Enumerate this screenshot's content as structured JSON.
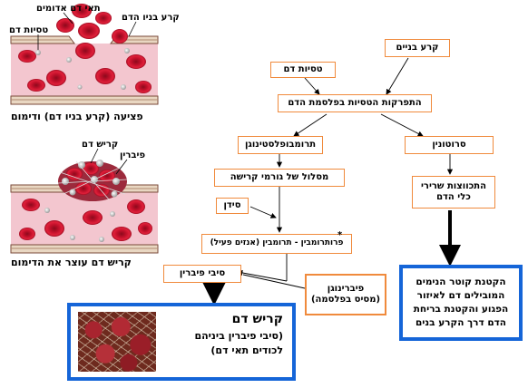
{
  "illustration_top": {
    "caption": "פציעה (קרע בניו דם) ודימום",
    "labels": {
      "red_cells": "תאי דם אדומים",
      "tear": "קרע בניו הדם",
      "platelets": "טסיות דם"
    }
  },
  "illustration_bottom": {
    "caption": "קריש דם עוצר את הדימום",
    "labels": {
      "clot": "קריש דם",
      "fibrin": "פיברין"
    }
  },
  "flow": {
    "tear": "קרע בניים",
    "platelets": "טסיות דם",
    "adhesion": "התפרקות הטסיות בפלסמת הדם",
    "thromboplastin": "תרומבופלסטינוגן",
    "serotonin": "סרוטונין",
    "chain": "מסלול של גורמי קרישה",
    "contraction_line1": "התכווצות שרירי",
    "contraction_line2": "כלי הדם",
    "calcium": "סידן",
    "prothrombin_star": "*",
    "prothrombin": "פרותרומבין - תרומבין (אנזים פעיל)",
    "fibrin_fibers": "סיבי פיברין",
    "fibrinogen_line1": "פיברינוגן",
    "fibrinogen_line2": "(מסיס בפלסמה)"
  },
  "result_left": {
    "title": "קריש דם",
    "line1": "(סיבי פיברין ביניהם",
    "line2": "לכודים תאי דם)"
  },
  "result_right": {
    "line1": "הקטנת קוטר הנימים",
    "line2": "המובילים דם לאיזור",
    "line3": "הפגוע והקטנת בריחת",
    "line4": "הדם דרך הקרע בנים"
  },
  "colors": {
    "box_border": "#f08a3c",
    "result_border": "#1565d8",
    "blood_cell": "#c0102a",
    "vessel": "#f3c6cf",
    "vessel_wall": "#7a4a3a"
  }
}
